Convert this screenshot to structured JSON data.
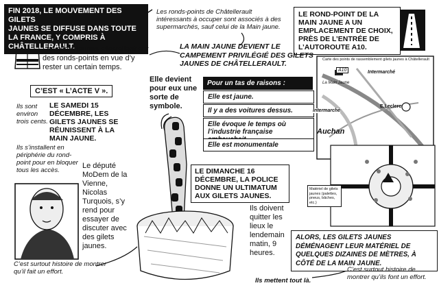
{
  "header": {
    "title_lines": [
      "FIN 2018, LE MOUVEMENT DES GILETS",
      "JAUNES SE DIFFUSE DANS TOUTE",
      "LA FRANCE, Y COMPRIS À CHÂTELLERAULT."
    ]
  },
  "intro": {
    "vest_text": "Les gilets jaunes s’installent sur des ronds-points en vue d’y rester un certain temps.",
    "roundabouts_note": "Les ronds-points de Châtellerault intéressants à occuper sont associés à des supermarchés, sauf celui de la Main jaune."
  },
  "location_box": {
    "text": "LE ROND-POINT DE LA MAIN JAUNE A UN EMPLACEMENT DE CHOIX, PRÈS DE L’ENTRÉE DE L’AUTOROUTE A10."
  },
  "camp": {
    "headline": "LA MAIN JAUNE DEVIENT LE CAMPEMENT PRIVILÉGIÉ DES GILETS JAUNES DE CHÂTELLERAULT.",
    "symbol_text": "Elle devient pour eux une sorte de symbole."
  },
  "reasons": {
    "title": "Pour un tas de raisons :",
    "items": [
      "Elle est jaune.",
      "Il y a des voitures dessus.",
      "Elle évoque le temps où l’industrie française embauchait.",
      "Elle est monumentale"
    ]
  },
  "map": {
    "caption": "Carte des points de rassemblement gilets jaunes à Châtellerault",
    "labels": {
      "a10": "A10",
      "main_jaune": "La Main Jaune",
      "intermarche1": "Intermarché",
      "intermarche2": "Intermarché",
      "leclerc": "E.Leclerc",
      "auchan": "Auchan"
    }
  },
  "acte_v": {
    "title": "C’EST « L’ACTE V ».",
    "side_note1": "Ils sont environ trois cents.",
    "date_text": "LE SAMEDI 15 DÉCEMBRE, LES GILETS JAUNES SE RÉUNISSENT À LA MAIN JAUNE.",
    "side_note2": "Ils s’installent en périphérie du rond-point pour en bloquer tous les accès.",
    "deputy_text": "Le député MoDem de la Vienne, Nicolas Turquois, s’y rend pour essayer de discuter avec des gilets jaunes.",
    "effort_note": "C’est surtout histoire de montrer qu’il fait un effort."
  },
  "ultimatum": {
    "text": "LE DIMANCHE 16 DÉCEMBRE, LA POLICE DONNE UN ULTIMATUM AUX GILETS JAUNES.",
    "leave_text": "Ils doivent quitter les lieux le lendemain matin, 9 heures."
  },
  "diagram": {
    "material_label": "Matériel de gilets jaunes (palettes, pneus, bâches, etc.)"
  },
  "outcome": {
    "text": "ALORS, LES GILETS JAUNES DÉMÉNAGENT LEUR MATÉRIEL DE QUELQUES DIZAINES DE MÈTRES, À CÔTÉ DE LA MAIN JAUNE.",
    "effort_note": "C’est surtout histoire de montrer qu’ils font un effort.",
    "all_note": "Ils mettent tout là."
  }
}
